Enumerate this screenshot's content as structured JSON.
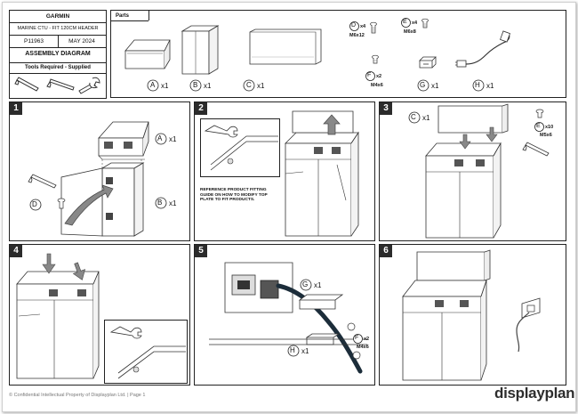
{
  "title_block": {
    "brand": "GARMIN",
    "product": "MARINE CTU - FIT 120CM HEADER",
    "code": "P11963",
    "date": "MAY 2024",
    "doc_type": "ASSEMBLY DIAGRAM"
  },
  "tools": {
    "title": "Tools Required - Supplied"
  },
  "parts": {
    "title": "Parts",
    "items": [
      {
        "letter": "A",
        "qty": "x1"
      },
      {
        "letter": "B",
        "qty": "x1"
      },
      {
        "letter": "C",
        "qty": "x1"
      },
      {
        "letter": "G",
        "qty": "x1"
      },
      {
        "letter": "H",
        "qty": "x1"
      }
    ],
    "screws": [
      {
        "letter": "D",
        "qty": "x4",
        "size": "M6x12"
      },
      {
        "letter": "E",
        "qty": "x4",
        "size": "M6x8"
      },
      {
        "letter": "F",
        "qty": "x2",
        "size": "M4x6"
      }
    ]
  },
  "steps": [
    {
      "number": "1",
      "callouts": [
        {
          "letter": "A",
          "qty": "x1"
        },
        {
          "letter": "D",
          "qty": ""
        },
        {
          "letter": "B",
          "qty": "x1"
        }
      ]
    },
    {
      "number": "2",
      "note": "REFERENCE PRODUCT FITTING GUIDE ON HOW TO MODIFY TOP PLATE TO FIT PRODUCTS."
    },
    {
      "number": "3",
      "callouts": [
        {
          "letter": "C",
          "qty": "x1"
        },
        {
          "letter": "E",
          "qty": "x10",
          "size": "M5x6"
        }
      ]
    },
    {
      "number": "4"
    },
    {
      "number": "5",
      "callouts": [
        {
          "letter": "G",
          "qty": "x1"
        },
        {
          "letter": "F",
          "qty": "x2",
          "size": "M4x6"
        },
        {
          "letter": "H",
          "qty": "x1"
        }
      ]
    },
    {
      "number": "6"
    }
  ],
  "footer": {
    "copyright": "© Confidential Intellectual Property of Displayplan Ltd. | Page 1",
    "logo": "displayplan"
  }
}
